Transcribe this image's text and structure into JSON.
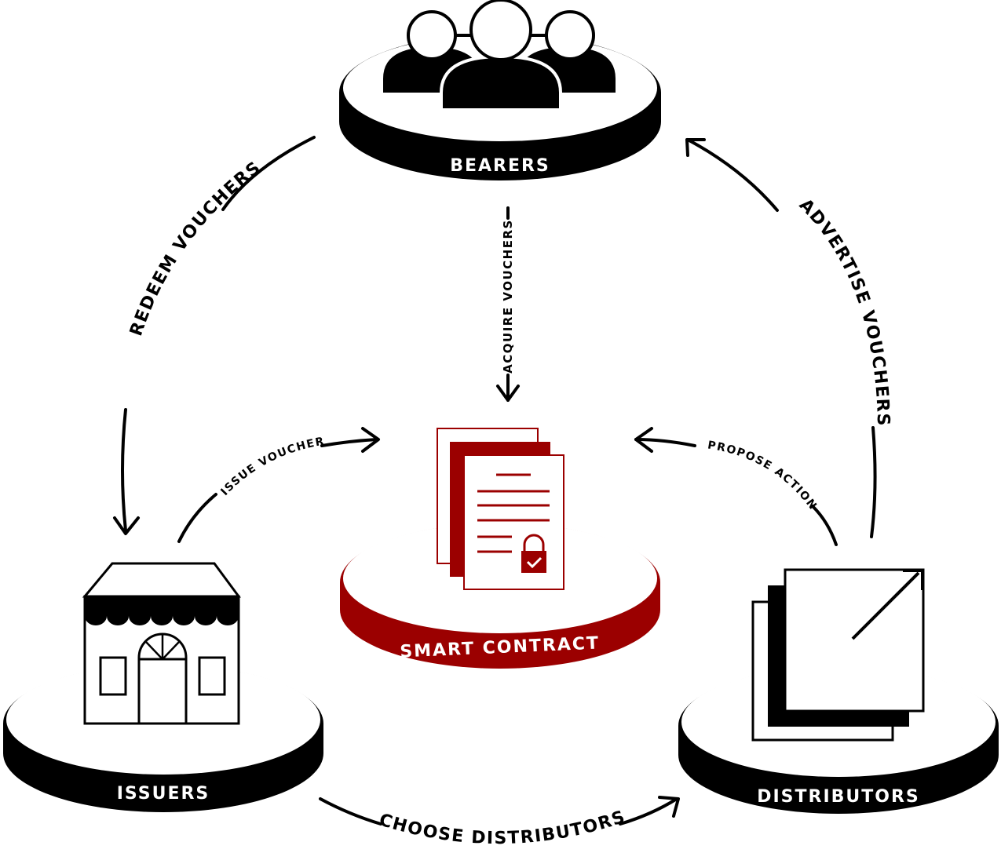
{
  "colors": {
    "ink": "#000000",
    "paper": "#ffffff",
    "accent": "#9b0000"
  },
  "nodes": {
    "bearers": {
      "label": "BEARERS",
      "icon": "people-group-icon"
    },
    "issuers": {
      "label": "ISSUERS",
      "icon": "storefront-icon"
    },
    "distributors": {
      "label": "DISTRIBUTORS",
      "icon": "external-link-icon"
    },
    "smart_contract": {
      "label": "SMART CONTRACT",
      "icon": "locked-document-icon"
    }
  },
  "edges": {
    "redeem": "REDEEM VOUCHERS",
    "acquire": "ACQUIRE VOUCHERS",
    "advertise": "ADVERTISE VOUCHERS",
    "issue": "ISSUE VOUCHER",
    "propose": "PROPOSE ACTION",
    "choose": "CHOOSE DISTRIBUTORS"
  }
}
